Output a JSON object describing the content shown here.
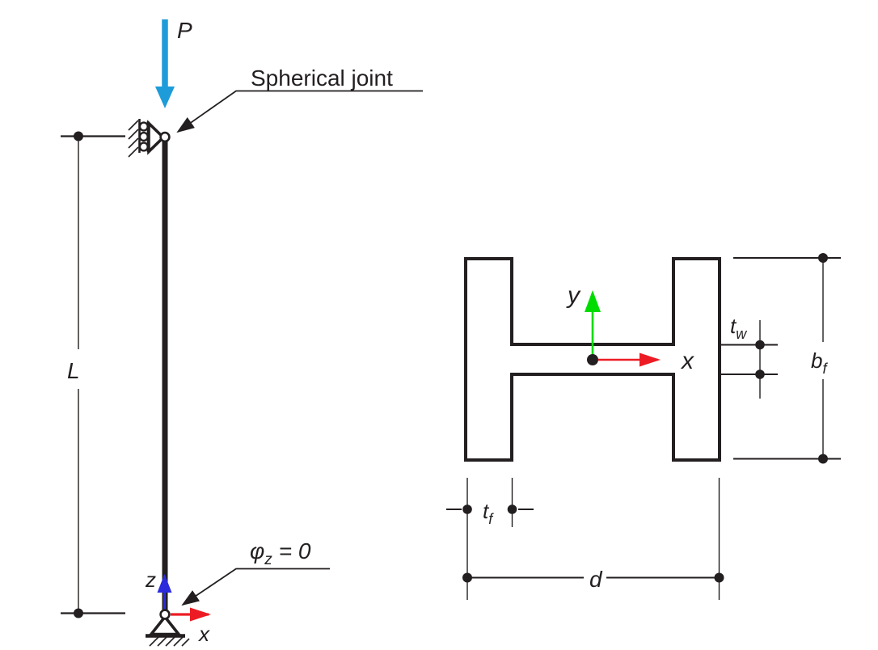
{
  "column_diagram": {
    "load_label": "P",
    "joint_callout_label": "Spherical joint",
    "length_label": "L",
    "constraint_callout": {
      "symbol": "φ",
      "subscript": "z",
      "value": "= 0"
    },
    "axes": {
      "vertical_label": "z",
      "horizontal_label": "x"
    }
  },
  "cross_section": {
    "axes": {
      "vertical_label": "y",
      "horizontal_label": "x"
    },
    "dimensions": {
      "web_thickness": {
        "base": "t",
        "subscript": "w"
      },
      "flange_width": {
        "base": "b",
        "subscript": "f"
      },
      "flange_thickness": {
        "base": "t",
        "subscript": "f"
      },
      "depth_label": "d"
    }
  },
  "colors": {
    "ink": "#231f20",
    "background": "#ffffff",
    "load_arrow": "#1e9cd9",
    "z_axis": "#2b2bdb",
    "x_axis": "#ed1c24",
    "y_axis": "#00dc00",
    "hatch_light": "#77787b",
    "hatch_dark": "#2e2f31"
  }
}
